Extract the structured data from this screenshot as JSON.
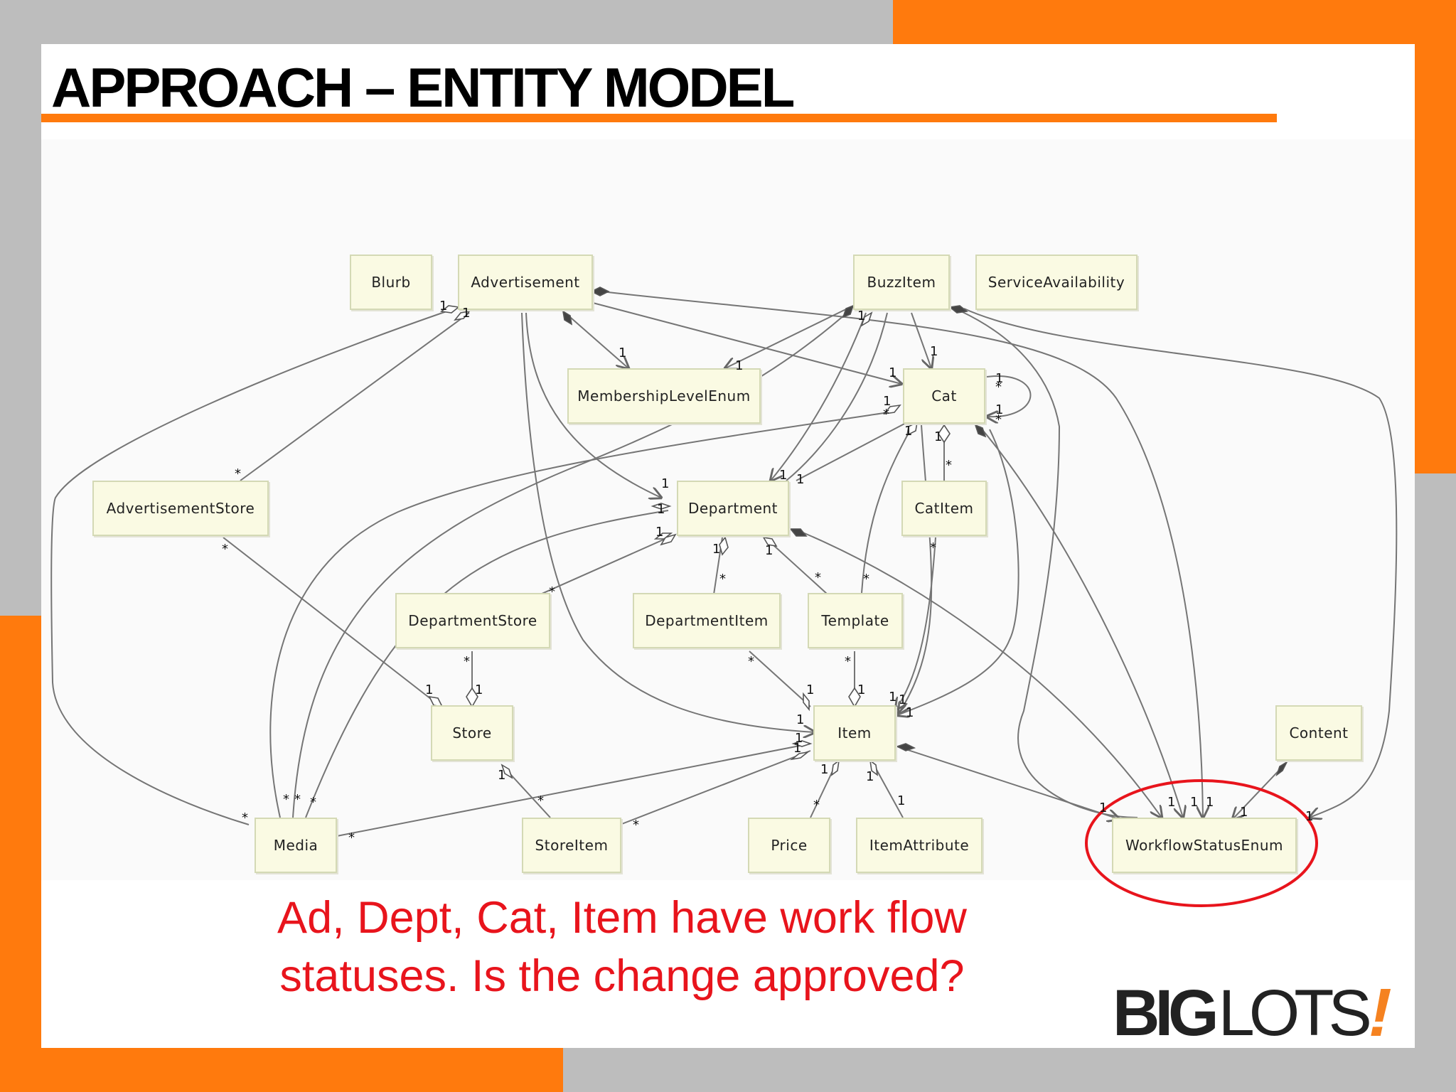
{
  "slide": {
    "title": "APPROACH – ENTITY MODEL",
    "caption_line1": "Ad, Dept, Cat, Item have work flow",
    "caption_line2": "statuses. Is the change approved?",
    "logo_big": "BIG",
    "logo_lots": "LOTS",
    "logo_mark": "!"
  },
  "colors": {
    "accent": "#ff7a0d",
    "caption": "#e8141c",
    "highlight_ellipse": "#e8141c",
    "node_fill": "#fafae3",
    "node_border": "#d4d9b5",
    "edge": "#6e6e6e"
  },
  "diagram": {
    "entities": {
      "blurb": "Blurb",
      "advertisement": "Advertisement",
      "buzzitem": "BuzzItem",
      "serviceavailability": "ServiceAvailability",
      "membershiplevelenum": "MembershipLevelEnum",
      "cat": "Cat",
      "advertisementstore": "AdvertisementStore",
      "department": "Department",
      "catitem": "CatItem",
      "departmentstore": "DepartmentStore",
      "departmentitem": "DepartmentItem",
      "template": "Template",
      "store": "Store",
      "item": "Item",
      "content": "Content",
      "media": "Media",
      "storeitem": "StoreItem",
      "price": "Price",
      "itemattribute": "ItemAttribute",
      "workflowstatusenum": "WorkflowStatusEnum"
    },
    "highlighted_entity": "WorkflowStatusEnum",
    "multiplicities": {
      "one": "1",
      "many": "*"
    }
  }
}
